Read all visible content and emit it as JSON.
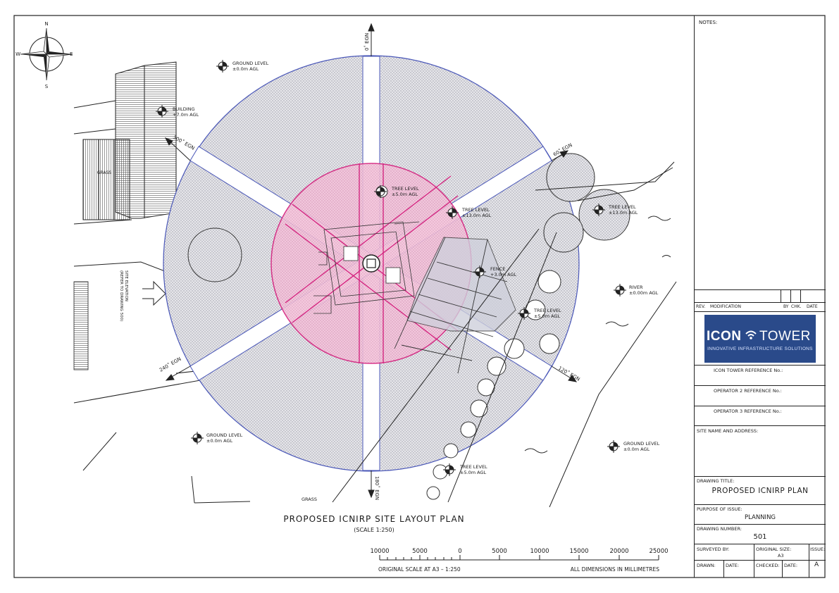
{
  "compass": {
    "n": "N",
    "e": "E",
    "s": "S",
    "w": "W"
  },
  "bearings": {
    "b0": "0˚ EGN",
    "b60": "60˚ EGN",
    "b120": "120˚ EGN",
    "b180": "180˚ EGN",
    "b240": "240˚ EGN",
    "b300": "300˚ EGN"
  },
  "levels": {
    "gl_top": [
      "GROUND LEVEL",
      "±0.0m AGL"
    ],
    "building": [
      "BUILDING",
      "+7.0m AGL"
    ],
    "tree_top": [
      "TREE LEVEL",
      "±5.0m AGL"
    ],
    "tree_mid": [
      "TREE LEVEL",
      "±13.0m AGL"
    ],
    "tree_right": [
      "TREE LEVEL",
      "±13.0m AGL"
    ],
    "fence": [
      "FENCE",
      "+3.0m AGL"
    ],
    "river": [
      "RIVER",
      "±0.00m AGL"
    ],
    "tree_lower": [
      "TREE LEVEL",
      "±5.0m AGL"
    ],
    "gl_left": [
      "GROUND LEVEL",
      "±0.0m AGL"
    ],
    "gl_right": [
      "GROUND LEVEL",
      "±0.0m AGL"
    ],
    "tree_bottom": [
      "TREE LEVEL",
      "±5.0m AGL"
    ]
  },
  "site_labels": {
    "grass_top": "GRASS",
    "grass_bottom": "GRASS",
    "site_elev_1": "SITE ELEVATION",
    "site_elev_2": "(REFER TO DRAWING 500)"
  },
  "plan_title": "PROPOSED ICNIRP SITE LAYOUT PLAN",
  "plan_scale": "(SCALE 1:250)",
  "scale_bar": {
    "ticks": [
      "10000",
      "5000",
      "0",
      "5000",
      "10000",
      "15000",
      "20000",
      "25000"
    ],
    "left_note": "ORIGINAL SCALE AT A3 – 1:250",
    "right_note": "ALL DIMENSIONS IN MILLIMETRES"
  },
  "title_block": {
    "notes": "NOTES:",
    "rev": "REV.",
    "modification": "MODIFICATION",
    "by": "BY",
    "chk": "CHK.",
    "date": "DATE",
    "logo_left": "ICON",
    "logo_right": "TOWER",
    "logo_tagline": "INNOVATIVE INFRASTRUCTURE SOLUTIONS",
    "ref_icon": "ICON TOWER REFERENCE No.:",
    "ref_op2": "OPERATOR 2 REFERENCE No.:",
    "ref_op3": "OPERATOR 3 REFERENCE No.:",
    "site_name": "SITE NAME AND ADDRESS:",
    "drawing_title_label": "DRAWING TITLE:",
    "drawing_title": "PROPOSED ICNIRP PLAN",
    "purpose_label": "PURPOSE OF ISSUE:",
    "purpose": "PLANNING",
    "drawing_number_label": "DRAWING NUMBER:",
    "drawing_number": "501",
    "surveyed_by": "SURVEYED BY:",
    "original_size_label": "ORIGINAL SIZE:",
    "original_size": "A3",
    "issue_label": "ISSUE:",
    "issue": "A",
    "drawn": "DRAWN:",
    "date_1": "DATE:",
    "checked": "CHECKED:",
    "date_2": "DATE:"
  },
  "colors": {
    "ring_blue": "#4a57b8",
    "exclusion_magenta": "#d4217e",
    "exclusion_fill": "#f2bcd6",
    "hatch_grey": "#d6d6d9",
    "logo_navy": "#2a4a8a"
  }
}
